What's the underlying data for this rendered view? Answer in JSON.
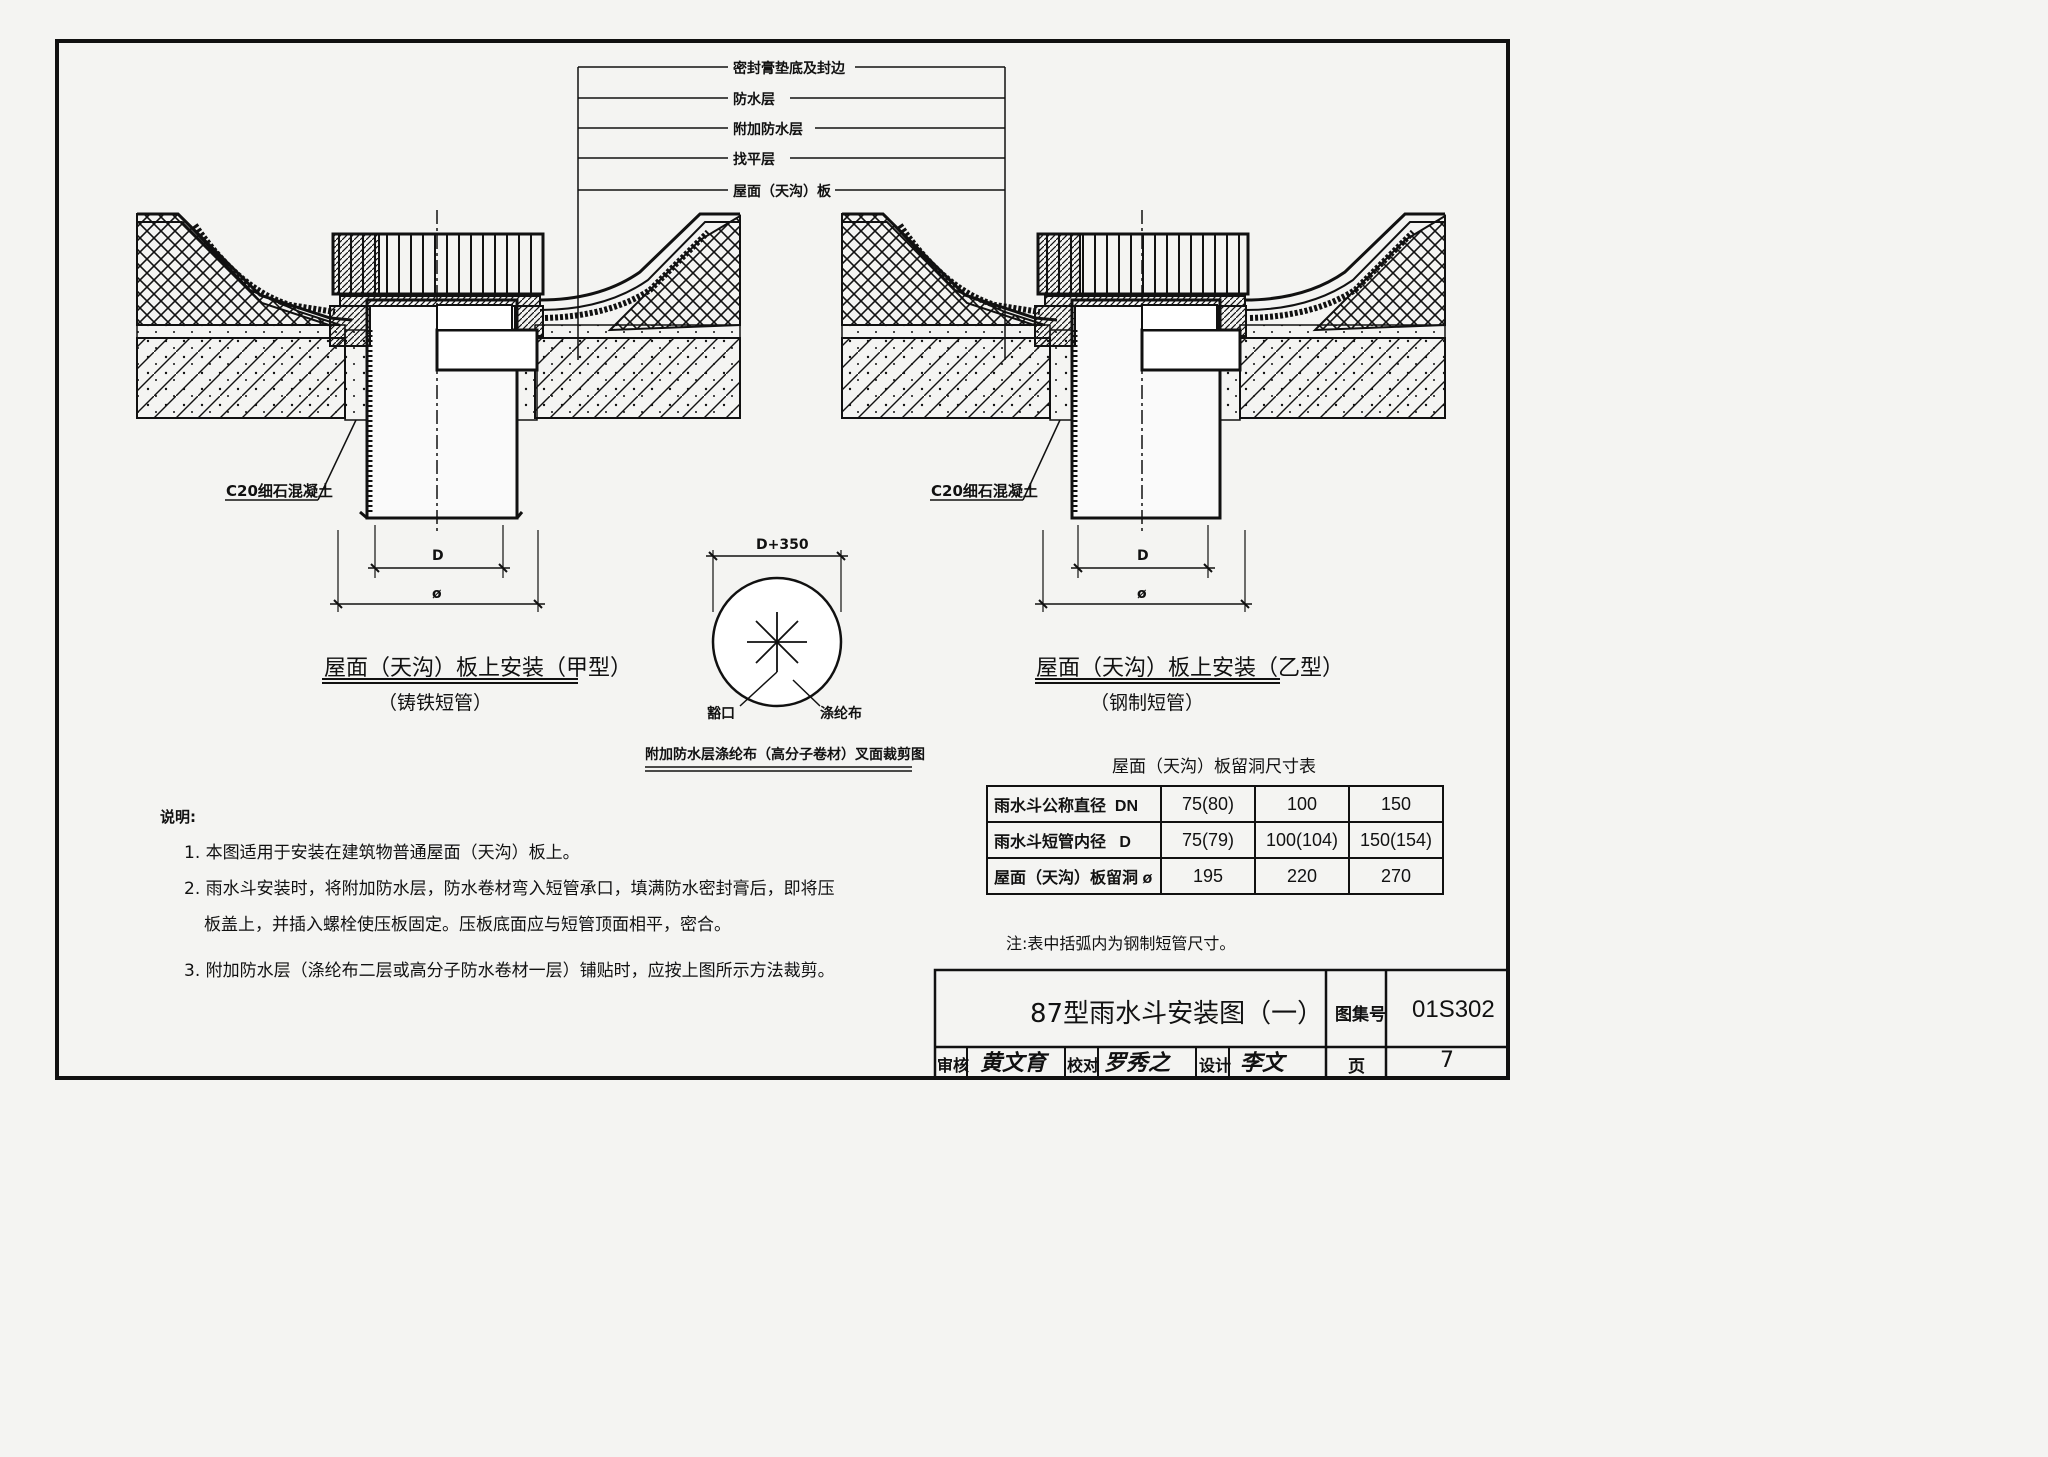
{
  "layer_labels": [
    "密封膏垫底及封边",
    "防水层",
    "附加防水层",
    "找平层",
    "屋面（天沟）板"
  ],
  "left_view": {
    "concrete_label": "C20细石混凝土",
    "dim_inner": "D",
    "dim_outer": "ø",
    "caption": "屋面（天沟）板上安装（甲型）",
    "subcaption": "（铸铁短管）"
  },
  "right_view": {
    "concrete_label": "C20细石混凝土",
    "dim_inner": "D",
    "dim_outer": "ø",
    "caption": "屋面（天沟）板上安装（乙型）",
    "subcaption": "（钢制短管）"
  },
  "cut_detail": {
    "dimension": "D+350",
    "label_cut": "豁口",
    "label_fabric": "涤纶布",
    "caption": "附加防水层涤纶布（高分子卷材）叉面裁剪图"
  },
  "notes": {
    "title": "说明:",
    "items": [
      "1. 本图适用于安装在建筑物普通屋面（天沟）板上。",
      "2. 雨水斗安装时，将附加防水层，防水卷材弯入短管承口，填满防水密封膏后，即将压",
      "板盖上，并插入螺栓使压板固定。压板底面应与短管顶面相平，密合。",
      "3. 附加防水层（涤纶布二层或高分子防水卷材一层）铺贴时，应按上图所示方法裁剪。"
    ]
  },
  "hole_table": {
    "title": "屋面（天沟）板留洞尺寸表",
    "rows": [
      {
        "label": "雨水斗公称直径",
        "sym": "DN",
        "v1": "75(80)",
        "v2": "100",
        "v3": "150"
      },
      {
        "label": "雨水斗短管内径",
        "sym": "D",
        "v1": "75(79)",
        "v2": "100(104)",
        "v3": "150(154)"
      },
      {
        "label": "屋面（天沟）板留洞",
        "sym": "ø",
        "v1": "195",
        "v2": "220",
        "v3": "270"
      }
    ],
    "note": "注:表中括弧内为钢制短管尺寸。"
  },
  "title_block": {
    "title": "87型雨水斗安装图（一）",
    "atlas_label": "图集号",
    "atlas_no": "01S302",
    "review_label": "审核",
    "review_sig": "黄文育",
    "check_label": "校对",
    "check_sig": "罗秀之",
    "design_label": "设计",
    "design_sig": "李文",
    "page_label": "页",
    "page_no": "7"
  }
}
